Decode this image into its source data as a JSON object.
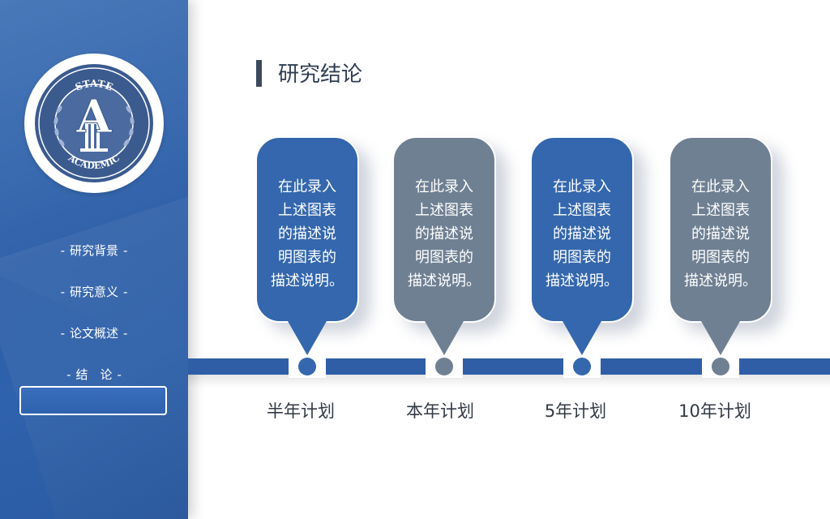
{
  "sidebar": {
    "logo": {
      "top_text": "STATE",
      "letter": "A",
      "bottom_text": "ACADEMIC"
    },
    "nav": [
      {
        "label": "研究背景",
        "active": false
      },
      {
        "label": "研究意义",
        "active": false
      },
      {
        "label": "论文概述",
        "active": false
      },
      {
        "label": "结　论",
        "active": true
      }
    ]
  },
  "main": {
    "title": "研究结论",
    "milestones": [
      {
        "text": "在此录入上述图表的描述说明图表的描述说明。",
        "lines": [
          "在此录入",
          "上述图表",
          "的描述说",
          "明图表的",
          "描述说明。"
        ],
        "label": "半年计划",
        "color": "#3467ad"
      },
      {
        "text": "在此录入上述图表的描述说明图表的描述说明。",
        "lines": [
          "在此录入",
          "上述图表",
          "的描述说",
          "明图表的",
          "描述说明。"
        ],
        "label": "本年计划",
        "color": "#6f8093"
      },
      {
        "text": "在此录入上述图表的描述说明图表的描述说明。",
        "lines": [
          "在此录入",
          "上述图表",
          "的描述说",
          "明图表的",
          "描述说明。"
        ],
        "label": "5年计划",
        "color": "#3467ad"
      },
      {
        "text": "在此录入上述图表的描述说明图表的描述说明。",
        "lines": [
          "在此录入",
          "上述图表",
          "的描述说",
          "明图表的",
          "描述说明。"
        ],
        "label": "10年计划",
        "color": "#6f8093"
      }
    ]
  },
  "colors": {
    "primary": "#3467ad",
    "secondary": "#6f8093",
    "track": "#2f5ea6",
    "title": "#2f3d52"
  }
}
